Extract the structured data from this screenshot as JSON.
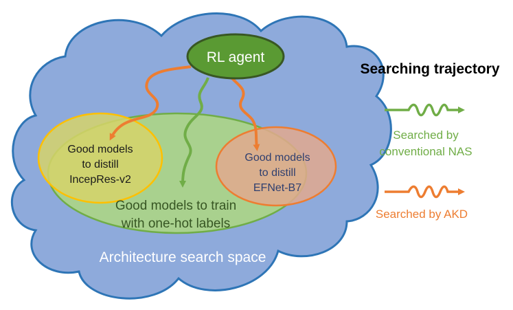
{
  "agent": {
    "label": "RL agent"
  },
  "regions": {
    "search_space": {
      "label": "Architecture search space"
    },
    "onehot": {
      "line1": "Good models to train",
      "line2": "with one-hot labels"
    },
    "incepres": {
      "line1": "Good models",
      "line2": "to distill",
      "line3": "IncepRes-v2"
    },
    "efnet": {
      "line1": "Good models",
      "line2": "to distill",
      "line3": "EFNet-B7"
    }
  },
  "legend": {
    "title": "Searching trajectory",
    "conventional": {
      "line1": "Searched by",
      "line2": "conventional NAS"
    },
    "akd": {
      "label": "Searched by AKD"
    }
  },
  "colors": {
    "cloud_fill": "#8eaadb",
    "cloud_stroke": "#2e75b6",
    "green": "#70ad47",
    "green_dark": "#548235",
    "orange": "#ed7d31",
    "yellow_stroke": "#ffc000",
    "yellow_fill": "#d6d36a",
    "efnet_fill": "#e2a98e",
    "agent_fill": "#5a9a33"
  }
}
